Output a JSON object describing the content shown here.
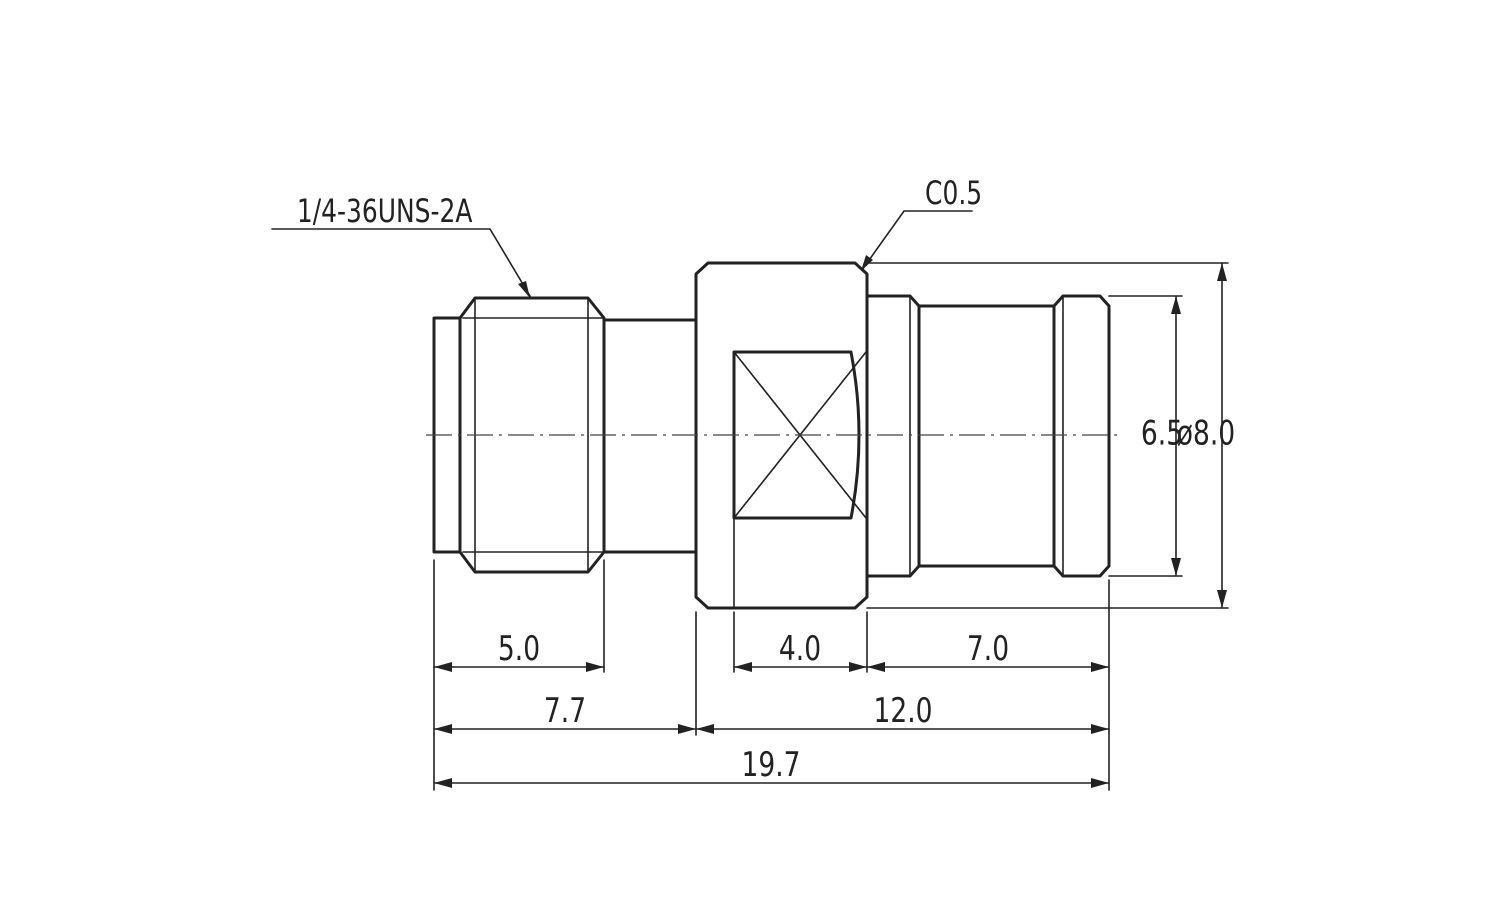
{
  "drawing": {
    "callouts": {
      "thread_spec": "1/4-36UNS-2A",
      "chamfer": "C0.5"
    },
    "dimensions": {
      "thread_length": "5.0",
      "left_section_length": "7.7",
      "hex_width": "4.0",
      "right_body_length": "7.0",
      "right_section_length": "12.0",
      "overall_length": "19.7",
      "right_body_diameter": "6.5",
      "hex_diameter": "ø8.0"
    }
  }
}
